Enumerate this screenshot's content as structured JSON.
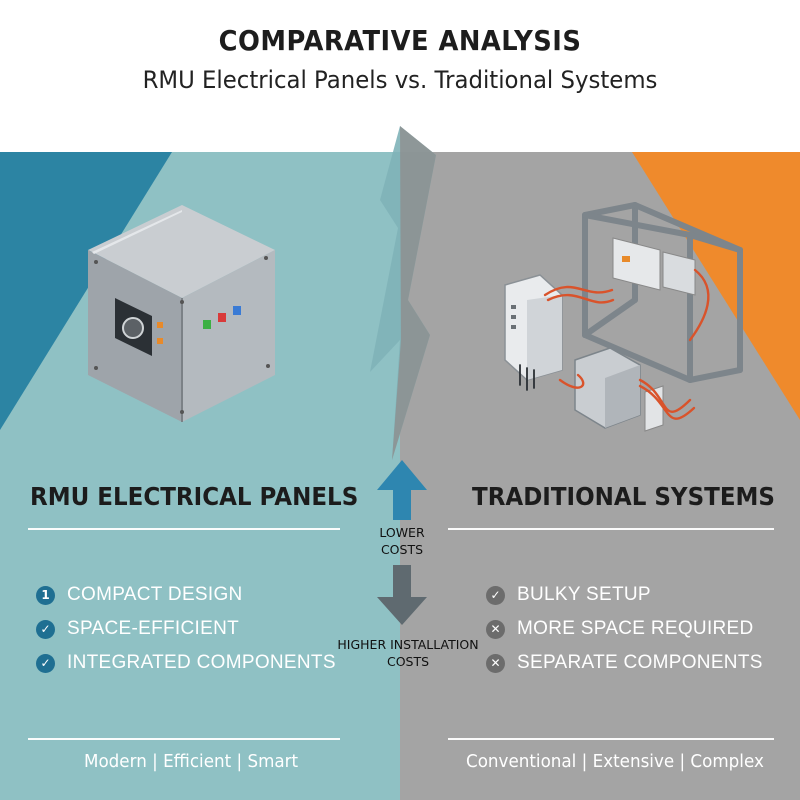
{
  "header": {
    "title": "COMPARATIVE ANALYSIS",
    "subtitle": "RMU Electrical Panels vs. Traditional Systems"
  },
  "left": {
    "heading": "RMU ELECTRICAL PANELS",
    "features": [
      {
        "text": "COMPACT DESIGN",
        "icon": "number-one-icon",
        "glyph": "1"
      },
      {
        "text": "SPACE-EFFICIENT",
        "icon": "check-icon",
        "glyph": "✓"
      },
      {
        "text": "INTEGRATED COMPONENTS",
        "icon": "check-icon",
        "glyph": "✓"
      }
    ],
    "footer": "Modern | Efficient | Smart",
    "color": "#8fc1c4"
  },
  "right": {
    "heading": "TRADITIONAL SYSTEMS",
    "features": [
      {
        "text": "BULKY SETUP",
        "icon": "check-icon",
        "glyph": "✓"
      },
      {
        "text": "MORE SPACE REQUIRED",
        "icon": "x-icon",
        "glyph": "✕"
      },
      {
        "text": "SEPARATE COMPONENTS",
        "icon": "x-icon",
        "glyph": "✕"
      }
    ],
    "footer": "Conventional | Extensive | Complex",
    "color": "#a4a4a4"
  },
  "middle": {
    "lower_costs": "LOWER\nCOSTS",
    "higher_costs": "HIGHER INSTALLATION\nCOSTS"
  },
  "colors": {
    "teal_dark": "#2c84a3",
    "orange": "#ef8a2c",
    "arrow_blue": "#2e86b0",
    "arrow_gray": "#5f6a70"
  }
}
